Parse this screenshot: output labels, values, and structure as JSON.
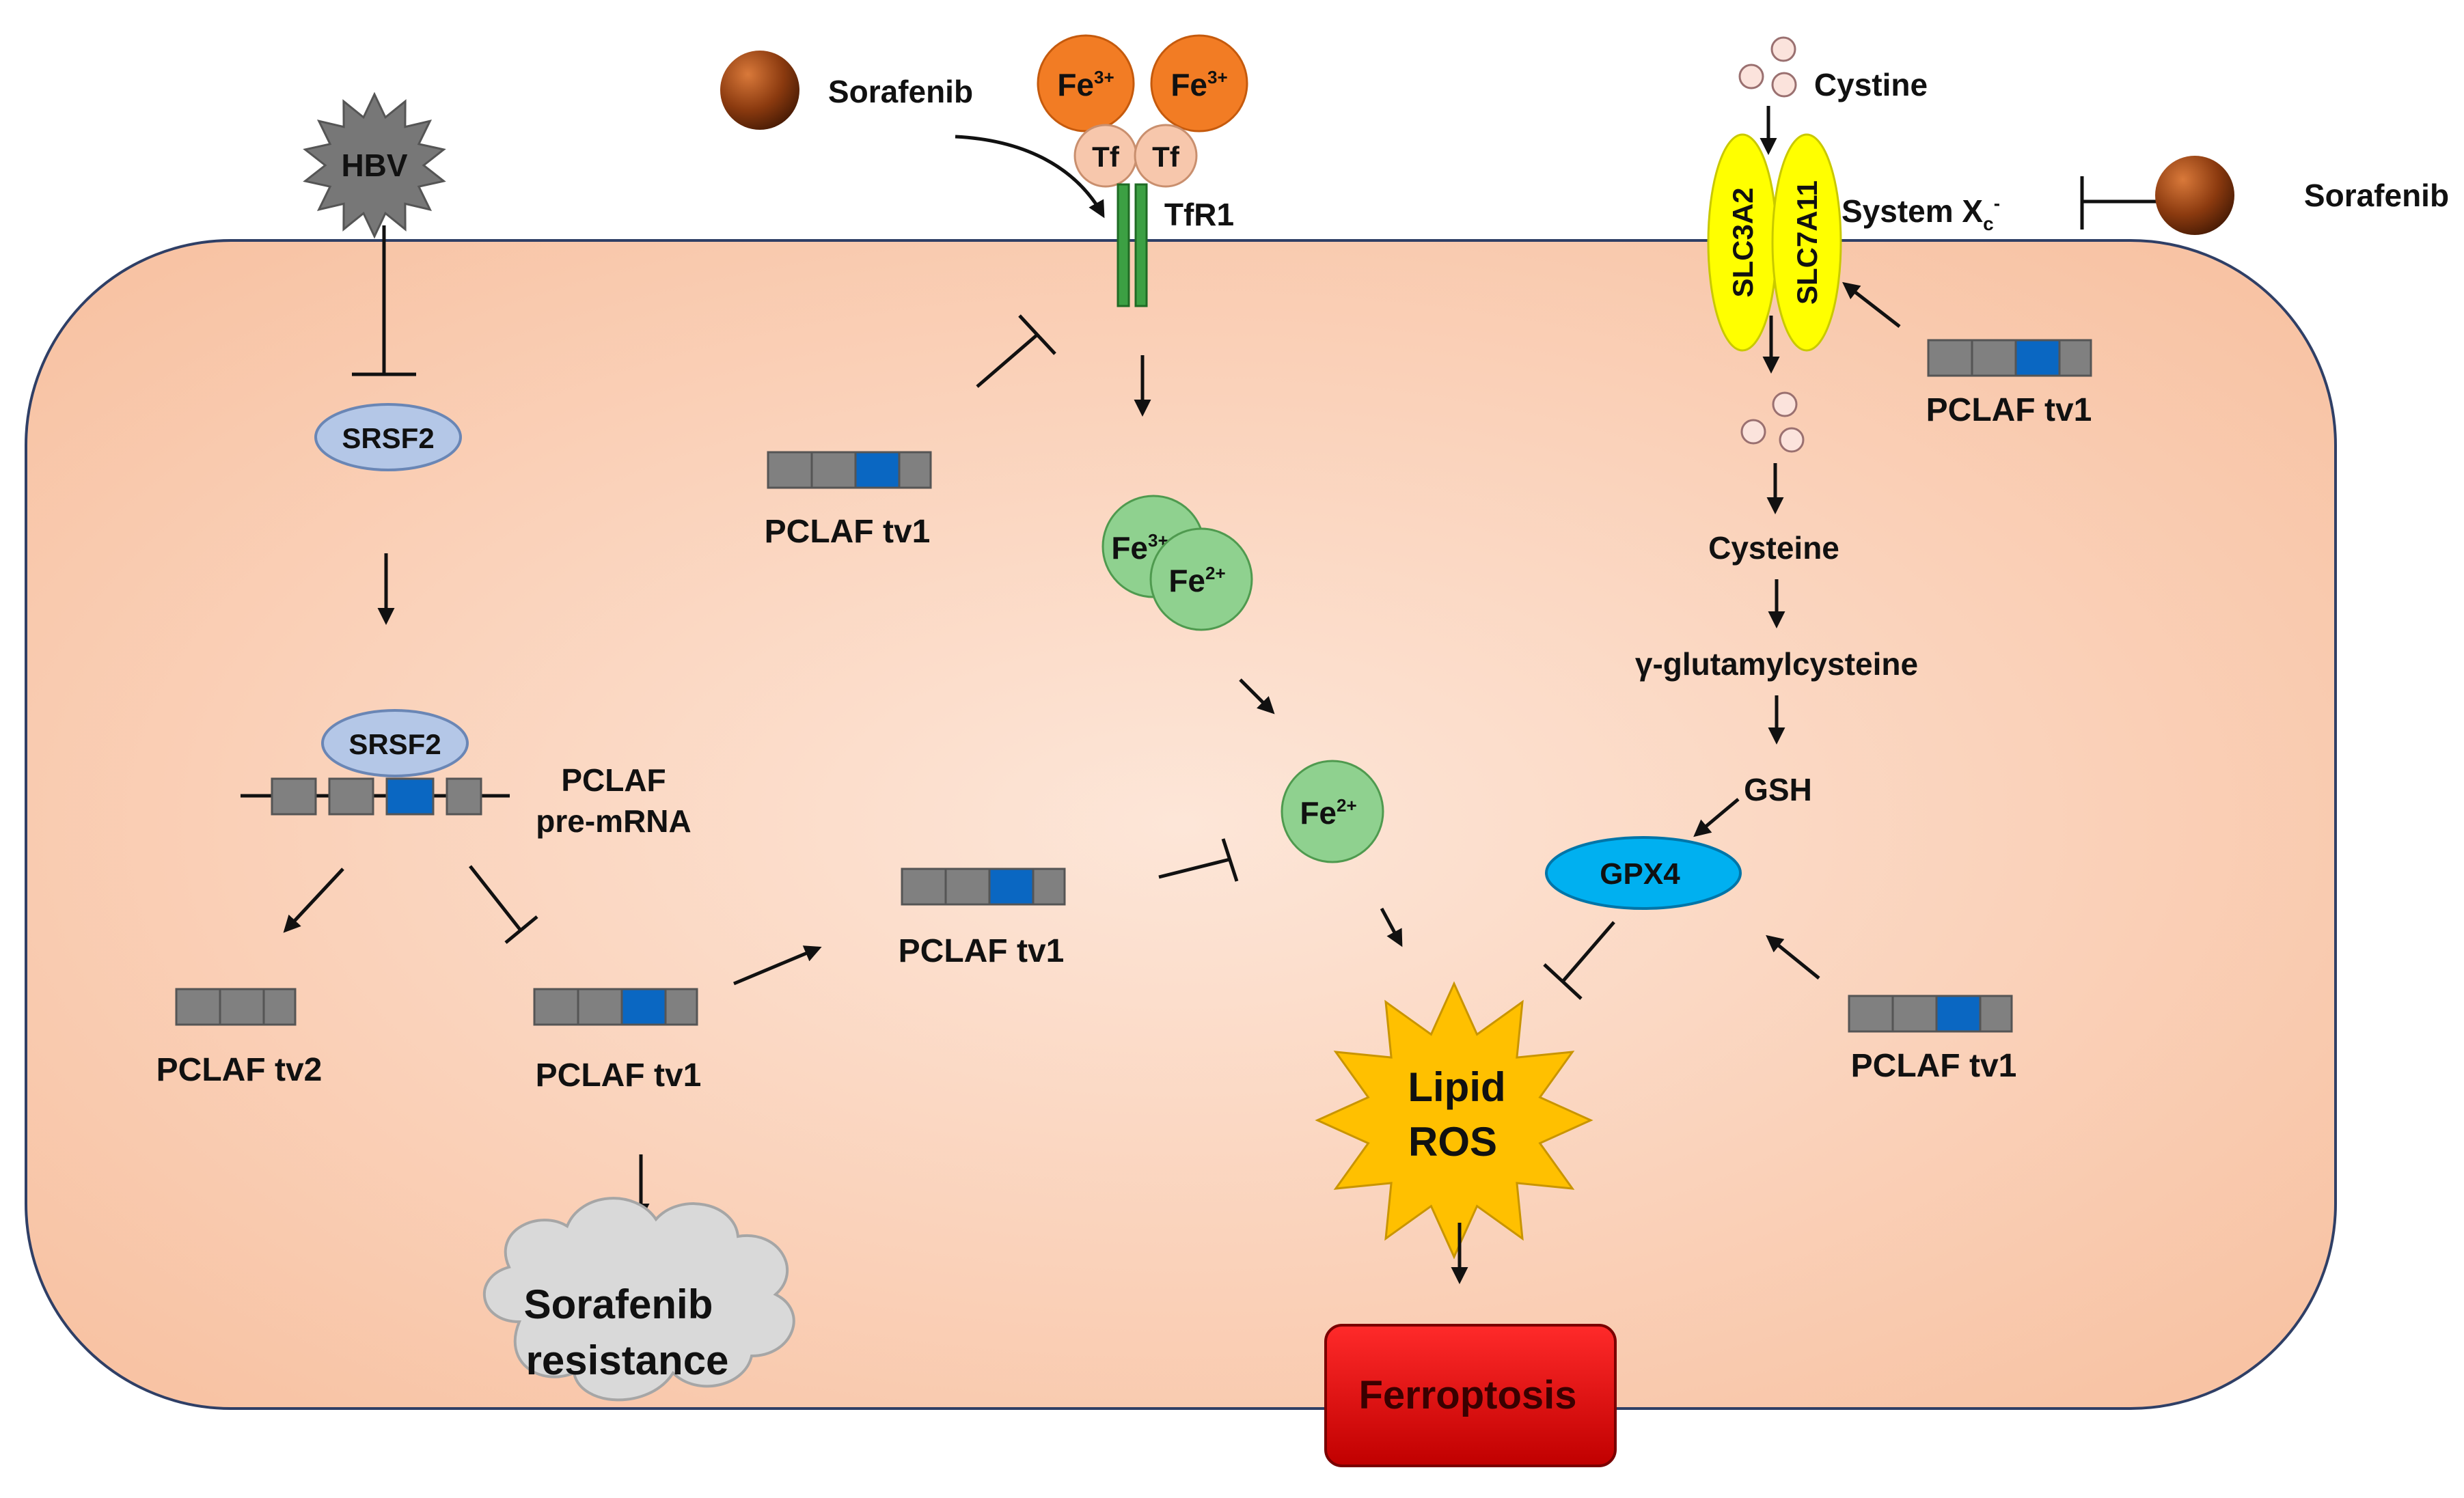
{
  "colors": {
    "cell_fill_inner": "#fde3d3",
    "cell_fill_outer": "#f9c4a6",
    "exon_gray": "#808080",
    "exon_blue": "#0a67c2",
    "iron3": "#f27c24",
    "transferrin": "#f7c7ac",
    "iron2": "#8fd18f",
    "tfr1": "#3ca043",
    "slc": "#ffff00",
    "gpx4": "#00b0f0",
    "srsf2": "#b4c7e7",
    "ros": "#ffc000",
    "ferroptosis": "#e00000",
    "sorafenib_ball": "#8b3a0f",
    "hbv": "#7f7f7f",
    "cloud": "#d9d9d9"
  },
  "labels": {
    "hbv": "HBV",
    "sorafenib_top": "Sorafenib",
    "sorafenib_right": "Sorafenib",
    "fe3_left": "Fe",
    "fe3_right": "Fe",
    "fe3_charge": "3+",
    "tf_left": "Tf",
    "tf_right": "Tf",
    "tfr1": "TfR1",
    "fe2_back": "Fe",
    "fe2_back_charge": "3+",
    "fe2_front": "Fe",
    "fe2_mid": "Fe",
    "fe2_charge": "2+",
    "cystine": "Cystine",
    "slc3a2": "SLC3A2",
    "slc7a11": "SLC7A11",
    "system_xc": "System X",
    "system_xc_sub": "c",
    "system_xc_sup": "-",
    "cysteine": "Cysteine",
    "glutamylcysteine": "γ-glutamylcysteine",
    "gsh": "GSH",
    "gpx4": "GPX4",
    "srsf2_top": "SRSF2",
    "srsf2_mid": "SRSF2",
    "pclaf_pre_line1": "PCLAF",
    "pclaf_pre_line2": "pre-mRNA",
    "pclaf_tv2": "PCLAF tv2",
    "pclaf_tv1_bottom": "PCLAF tv1",
    "pclaf_tv1_center": "PCLAF tv1",
    "pclaf_tv1_top": "PCLAF tv1",
    "pclaf_tv1_right_top": "PCLAF tv1",
    "pclaf_tv1_right_bottom": "PCLAF tv1",
    "lipid_ros_line1": "Lipid",
    "lipid_ros_line2": "ROS",
    "resistance_line1": "Sorafenib",
    "resistance_line2": "resistance",
    "ferroptosis": "Ferroptosis"
  }
}
